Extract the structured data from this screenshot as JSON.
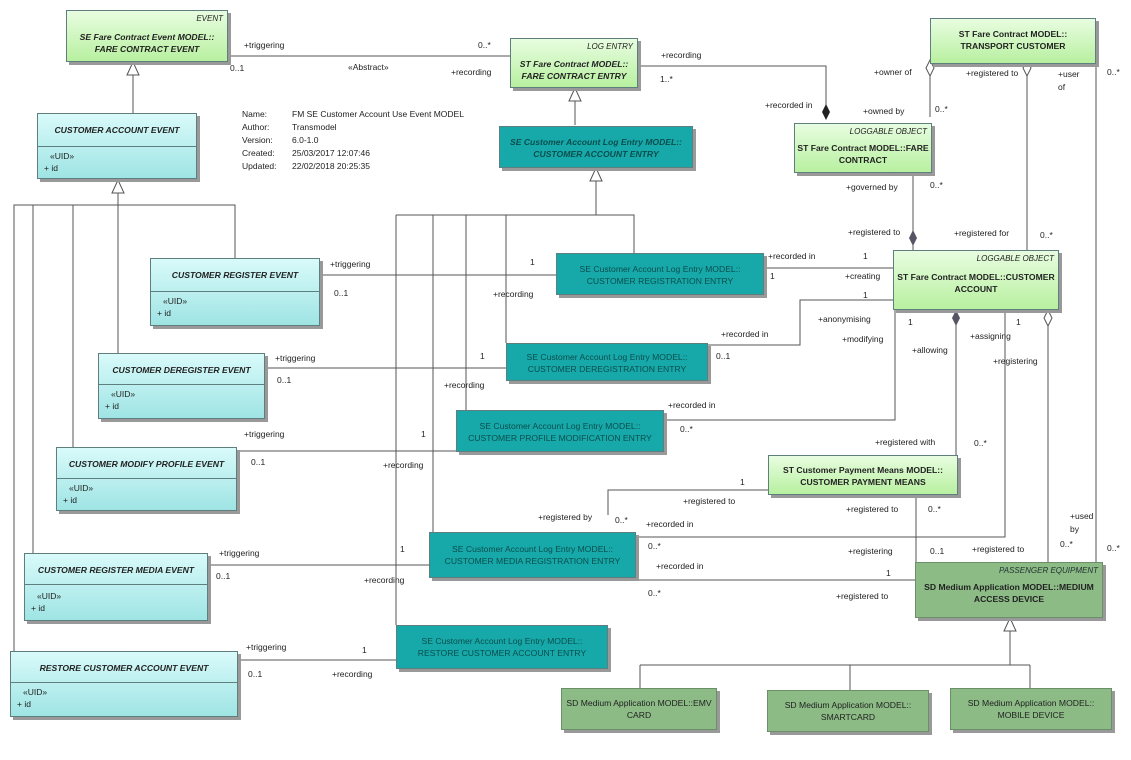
{
  "notes": {
    "name_key": "Name:",
    "name_val": "FM SE Customer Account Use Event MODEL",
    "author_key": "Author:",
    "author_val": "Transmodel",
    "version_key": "Version:",
    "version_val": "6.0-1.0",
    "created_key": "Created:",
    "created_val": "25/03/2017 12:07:46",
    "updated_key": "Updated:",
    "updated_val": "22/02/2018 20:25:35"
  },
  "boxes": {
    "se_fare_event": {
      "stereo": "EVENT",
      "line1": "SE Fare Contract Event MODEL::",
      "line2": "FARE CONTRACT EVENT"
    },
    "st_log_entry": {
      "stereo": "LOG ENTRY",
      "line1": "ST Fare Contract MODEL::",
      "line2": "FARE CONTRACT ENTRY"
    },
    "transport_customer": {
      "line1": "ST Fare Contract MODEL::",
      "line2": "TRANSPORT CUSTOMER"
    },
    "customer_account_event": {
      "title": "CUSTOMER ACCOUNT EVENT",
      "uid": "«UID»",
      "attr": "+     id"
    },
    "se_log_entry": {
      "line1": "SE Customer Account Log Entry MODEL::",
      "line2": "CUSTOMER ACCOUNT ENTRY"
    },
    "fare_contract": {
      "stereo": "LOGGABLE OBJECT",
      "line1": "ST Fare Contract MODEL::FARE",
      "line2": "CONTRACT"
    },
    "customer_register_event": {
      "title": "CUSTOMER REGISTER EVENT",
      "uid": "«UID»",
      "attr": "+     id"
    },
    "registration_entry": {
      "line1": "SE Customer Account Log Entry MODEL::",
      "line2": "CUSTOMER REGISTRATION ENTRY"
    },
    "customer_account": {
      "stereo": "LOGGABLE OBJECT",
      "line1": "ST Fare Contract MODEL::CUSTOMER",
      "line2": "ACCOUNT"
    },
    "customer_deregister_event": {
      "title": "CUSTOMER DEREGISTER EVENT",
      "uid": "«UID»",
      "attr": "+     id"
    },
    "deregistration_entry": {
      "line1": "SE Customer Account Log Entry MODEL::",
      "line2": "CUSTOMER DEREGISTRATION ENTRY"
    },
    "profile_mod_entry": {
      "line1": "SE Customer Account Log Entry MODEL::",
      "line2": "CUSTOMER PROFILE MODIFICATION ENTRY"
    },
    "customer_modify_profile_event": {
      "title": "CUSTOMER MODIFY PROFILE EVENT",
      "uid": "«UID»",
      "attr": "+     id"
    },
    "payment_means": {
      "line1": "ST Customer Payment Means MODEL::",
      "line2": "CUSTOMER PAYMENT MEANS"
    },
    "media_reg_entry": {
      "line1": "SE Customer Account Log Entry MODEL::",
      "line2": "CUSTOMER MEDIA REGISTRATION ENTRY"
    },
    "customer_register_media_event": {
      "title": "CUSTOMER REGISTER MEDIA EVENT",
      "uid": "«UID»",
      "attr": "+     id"
    },
    "medium_access_device": {
      "stereo": "PASSENGER EQUIPMENT",
      "line1": "SD Medium Application MODEL::MEDIUM",
      "line2": "ACCESS DEVICE"
    },
    "restore_entry": {
      "line1": "SE Customer Account Log Entry MODEL::",
      "line2": "RESTORE CUSTOMER ACCOUNT ENTRY"
    },
    "restore_event": {
      "title": "RESTORE CUSTOMER ACCOUNT EVENT",
      "uid": "«UID»",
      "attr": "+     id"
    },
    "emv_card": {
      "line1": "SD Medium Application MODEL::EMV",
      "line2": "CARD"
    },
    "smartcard": {
      "line1": "SD Medium Application MODEL::",
      "line2": "SMARTCARD"
    },
    "mobile_device": {
      "line1": "SD Medium Application MODEL::",
      "line2": "MOBILE DEVICE"
    }
  },
  "labels": {
    "triggering": "+triggering",
    "abstract": "«Abstract»",
    "recording": "+recording",
    "recorded_in": "+recorded in",
    "owner_of": "+owner of",
    "owned_by": "+owned by",
    "registered_to": "+registered to",
    "user_of": "+user",
    "user_of2": "of",
    "governed_by": "+governed by",
    "registered_for": "+registered for",
    "creating": "+creating",
    "anonymising": "+anonymising",
    "modifying": "+modifying",
    "allowing": "+allowing",
    "assigning": "+assigning",
    "registering": "+registering",
    "registered_with": "+registered with",
    "registered_by": "+registered by",
    "used_by": "+used",
    "used_by2": "by",
    "m_0_star": "0..*",
    "m_0_1": "0..1",
    "m_1": "1",
    "m_1_star": "1..*"
  }
}
